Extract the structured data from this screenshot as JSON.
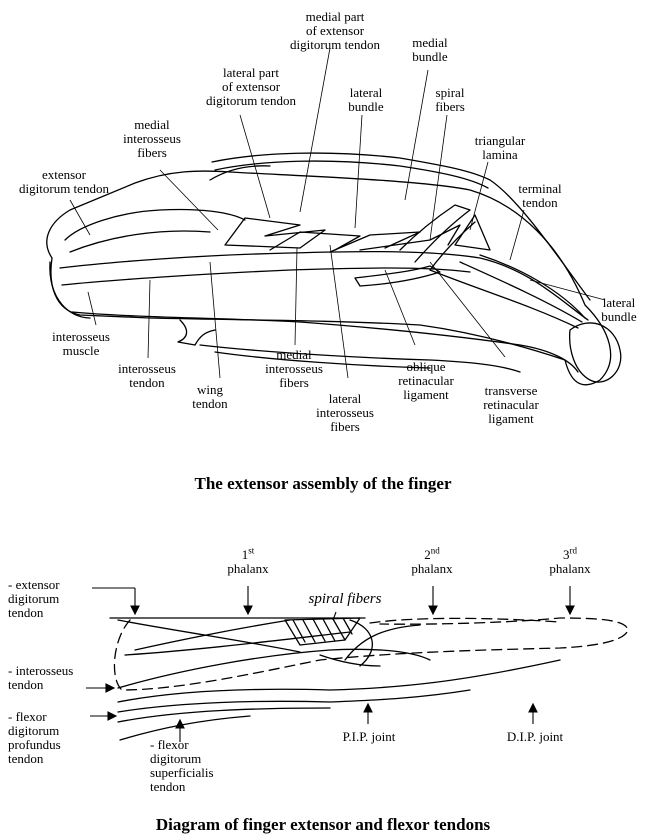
{
  "figure1": {
    "caption": "The extensor assembly of the finger",
    "labels": {
      "medial_part_ext": "medial part\nof extensor\ndigitorum tendon",
      "medial_bundle": "medial\nbundle",
      "lateral_part_ext": "lateral part\nof extensor\ndigitorum tendon",
      "lateral_bundle_top": "lateral\nbundle",
      "spiral_fibers": "spiral\nfibers",
      "medial_interosseus_top": "medial\ninterosseus\nfibers",
      "triangular_lamina": "triangular\nlamina",
      "extensor_digitorum": "extensor\ndigitorum tendon",
      "terminal_tendon": "terminal\ntendon",
      "lateral_bundle_right": "lateral\nbundle",
      "interosseus_muscle": "interosseus\nmuscle",
      "interosseus_tendon": "interosseus\ntendon",
      "medial_interosseus_bottom": "medial\ninterosseus\nfibers",
      "oblique_retinacular": "oblique\nretinacular\nligament",
      "wing_tendon": "wing\ntendon",
      "lateral_interosseus": "lateral\ninterosseus\nfibers",
      "transverse_retinacular": "transverse\nretinacular\nligament"
    }
  },
  "figure2": {
    "caption": "Diagram of finger extensor and flexor tendons",
    "labels": {
      "phalanx1_num": "1",
      "phalanx1_sup": "st",
      "phalanx1_word": "phalanx",
      "phalanx2_num": "2",
      "phalanx2_sup": "nd",
      "phalanx2_word": "phalanx",
      "phalanx3_num": "3",
      "phalanx3_sup": "rd",
      "phalanx3_word": "phalanx",
      "spiral_fibers": "spiral fibers",
      "extensor": "- extensor\n  digitorum\n  tendon",
      "interosseus": "- interosseus\n  tendon",
      "flexor_profundus": "- flexor\n  digitorum\n  profundus\n  tendon",
      "flexor_superficialis": "- flexor\n  digitorum\n  superficialis\n  tendon",
      "pip": "P.I.P. joint",
      "dip": "D.I.P. joint"
    }
  }
}
